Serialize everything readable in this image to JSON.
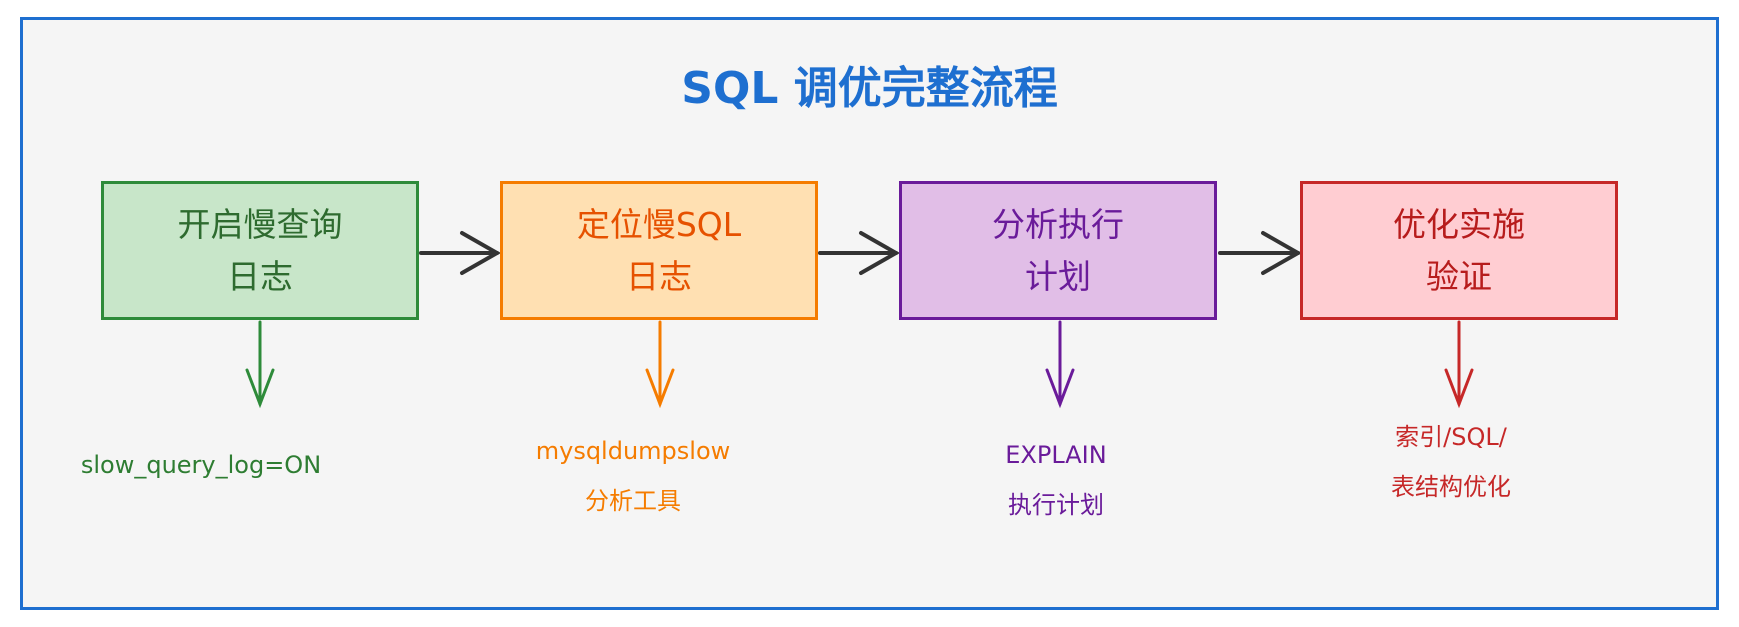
{
  "title": "SQL 调优完整流程",
  "steps": [
    {
      "line1": "开启慢查询",
      "line2": "日志",
      "note1": "slow_query_log=ON",
      "note2": "",
      "color": "#2e8b3a",
      "fill": "#c8e6c9"
    },
    {
      "line1": "定位慢SQL",
      "line2": "日志",
      "note1": "mysqldumpslow",
      "note2": "分析工具",
      "color": "#f57c00",
      "fill": "#ffe0b2"
    },
    {
      "line1": "分析执行",
      "line2": "计划",
      "note1": "EXPLAIN",
      "note2": "执行计划",
      "color": "#6a1b9a",
      "fill": "#e1bee7"
    },
    {
      "line1": "优化实施",
      "line2": "验证",
      "note1": "索引/SQL/",
      "note2": "表结构优化",
      "color": "#c62828",
      "fill": "#ffcdd2"
    }
  ]
}
